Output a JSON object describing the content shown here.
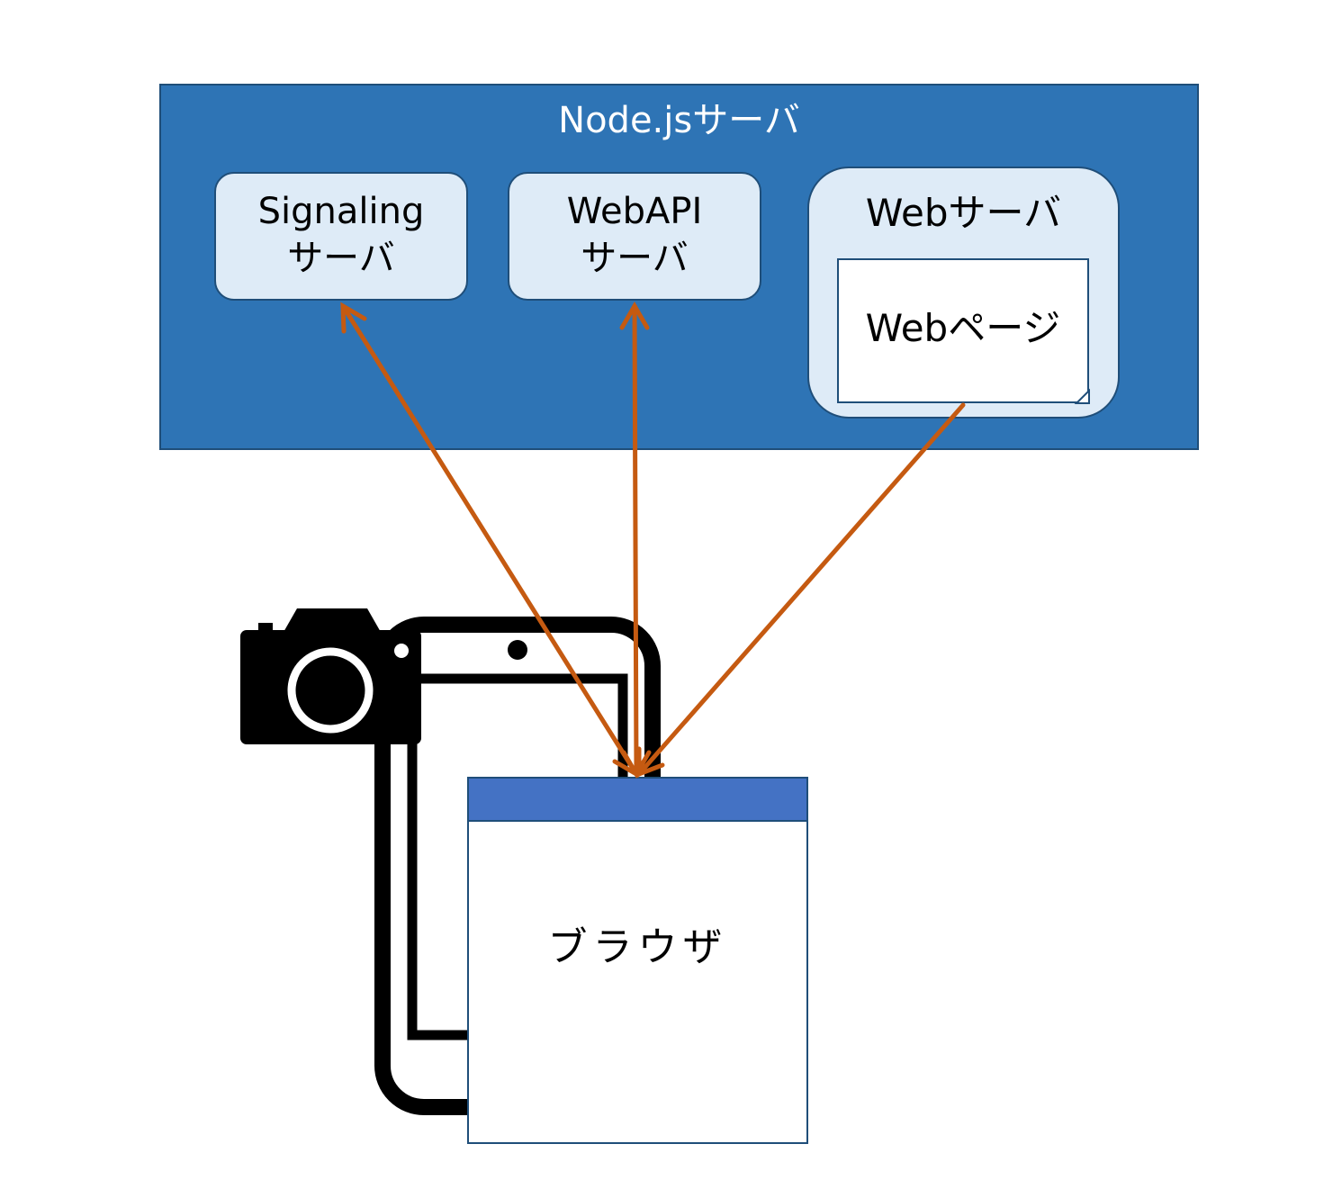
{
  "diagram": {
    "server": {
      "title": "Node.jsサーバ",
      "color": "#2e74b5"
    },
    "signaling": {
      "line1": "Signaling",
      "line2": "サーバ"
    },
    "webapi": {
      "line1": "WebAPI",
      "line2": "サーバ"
    },
    "webserver": {
      "title": "Webサーバ",
      "page_label": "Webページ"
    },
    "browser": {
      "label": "ブラウザ",
      "title_bar_color": "#4472c4"
    },
    "connectors": [
      {
        "from": "browser",
        "to": "signaling",
        "type": "double-arrow"
      },
      {
        "from": "browser",
        "to": "webapi",
        "type": "double-arrow"
      },
      {
        "from": "webpage",
        "to": "browser",
        "type": "arrow"
      }
    ],
    "icons": [
      "smartphone-icon",
      "camera-icon"
    ],
    "arrow_color": "#c55a11"
  }
}
